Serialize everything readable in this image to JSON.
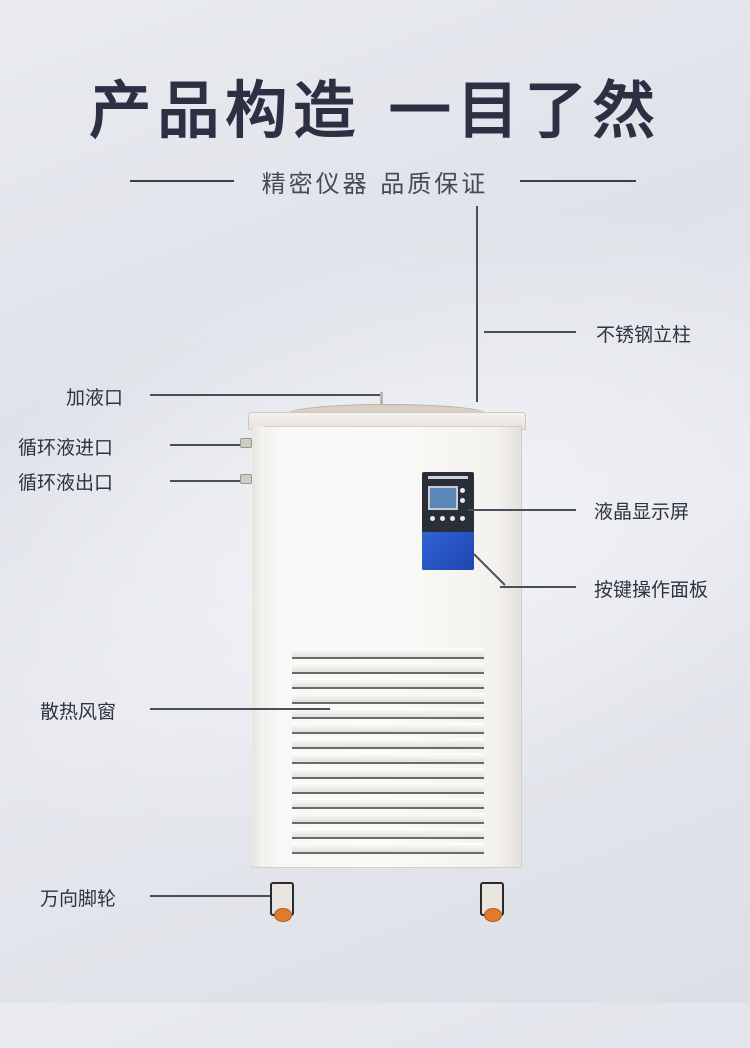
{
  "header": {
    "title": "产品构造 一目了然",
    "subtitle": "精密仪器 品质保证"
  },
  "labels": {
    "stainless_column": "不锈钢立柱",
    "fill_port": "加液口",
    "circ_inlet": "循环液进口",
    "circ_outlet": "循环液出口",
    "lcd_screen": "液晶显示屏",
    "key_panel": "按键操作面板",
    "vent_window": "散热风窗",
    "casters": "万向脚轮"
  },
  "colors": {
    "title": "#2b3142",
    "panel_blue": "#2f63d6",
    "caster_orange": "#e07a2c"
  }
}
